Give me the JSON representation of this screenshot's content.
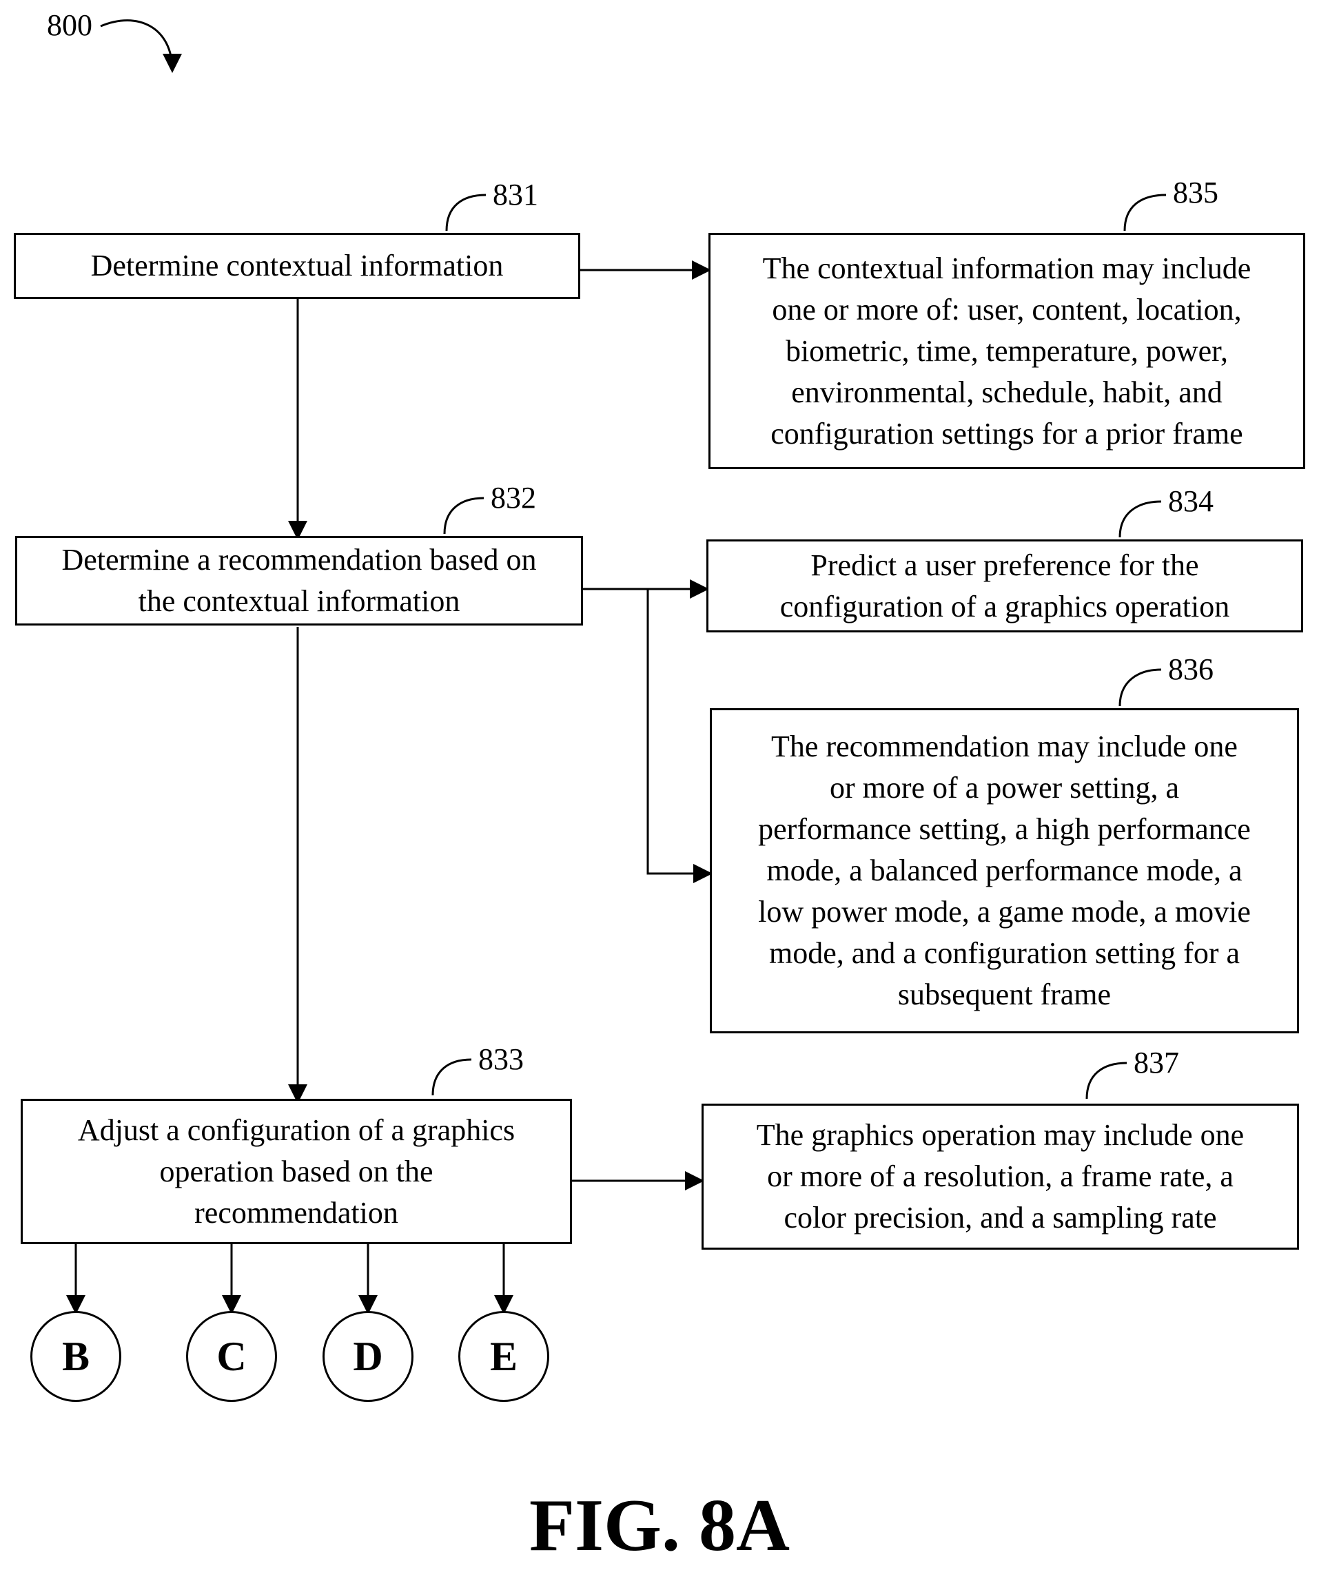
{
  "diagram_ref": "800",
  "boxes": {
    "b831": {
      "ref": "831",
      "text": "Determine contextual information"
    },
    "b832": {
      "ref": "832",
      "line1": "Determine a recommendation based on",
      "line2": "the contextual information"
    },
    "b833": {
      "ref": "833",
      "line1": "Adjust a configuration of a graphics",
      "line2": "operation based on the",
      "line3": "recommendation"
    },
    "b834": {
      "ref": "834",
      "line1": "Predict a user preference for the",
      "line2": "configuration of a graphics operation"
    },
    "b835": {
      "ref": "835",
      "line1": "The contextual information may include",
      "line2": "one or more of: user, content, location,",
      "line3": "biometric, time, temperature, power,",
      "line4": "environmental, schedule, habit, and",
      "line5": "configuration settings for a prior frame"
    },
    "b836": {
      "ref": "836",
      "line1": "The recommendation may include one",
      "line2": "or more of a power setting, a",
      "line3": "performance setting, a high performance",
      "line4": "mode, a balanced performance mode, a",
      "line5": "low power mode, a game mode, a movie",
      "line6": "mode, and a configuration setting for a",
      "line7": "subsequent frame"
    },
    "b837": {
      "ref": "837",
      "line1": "The graphics operation may include one",
      "line2": "or more of a resolution, a frame rate, a",
      "line3": "color precision, and a sampling rate"
    }
  },
  "connectors": [
    "B",
    "C",
    "D",
    "E"
  ],
  "figure_label": "FIG. 8A"
}
